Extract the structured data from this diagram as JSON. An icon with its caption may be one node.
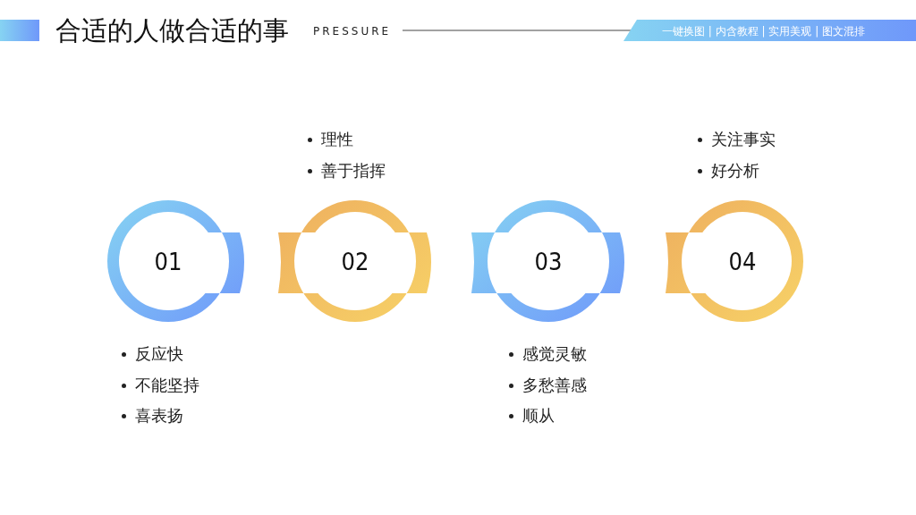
{
  "diagram": {
    "title": "合适的人做合适的事",
    "nodes": [
      {
        "text": [
          "01"
        ],
        "beside": [
          "反应快",
          "不能坚持",
          "喜表扬"
        ]
      },
      {
        "text": [
          "02"
        ],
        "beside": [
          "理性",
          "善于指挥"
        ]
      },
      {
        "text": [
          "03"
        ],
        "beside": [
          "感觉灵敏",
          "多愁善感",
          "顺从"
        ]
      },
      {
        "text": [
          "04"
        ],
        "beside": [
          "关注事实",
          "好分析"
        ]
      }
    ],
    "edges": [],
    "labels": [
      "PRESSURE",
      "一键换图 | 内含教程 | 实用美观 | 图文混排"
    ]
  }
}
